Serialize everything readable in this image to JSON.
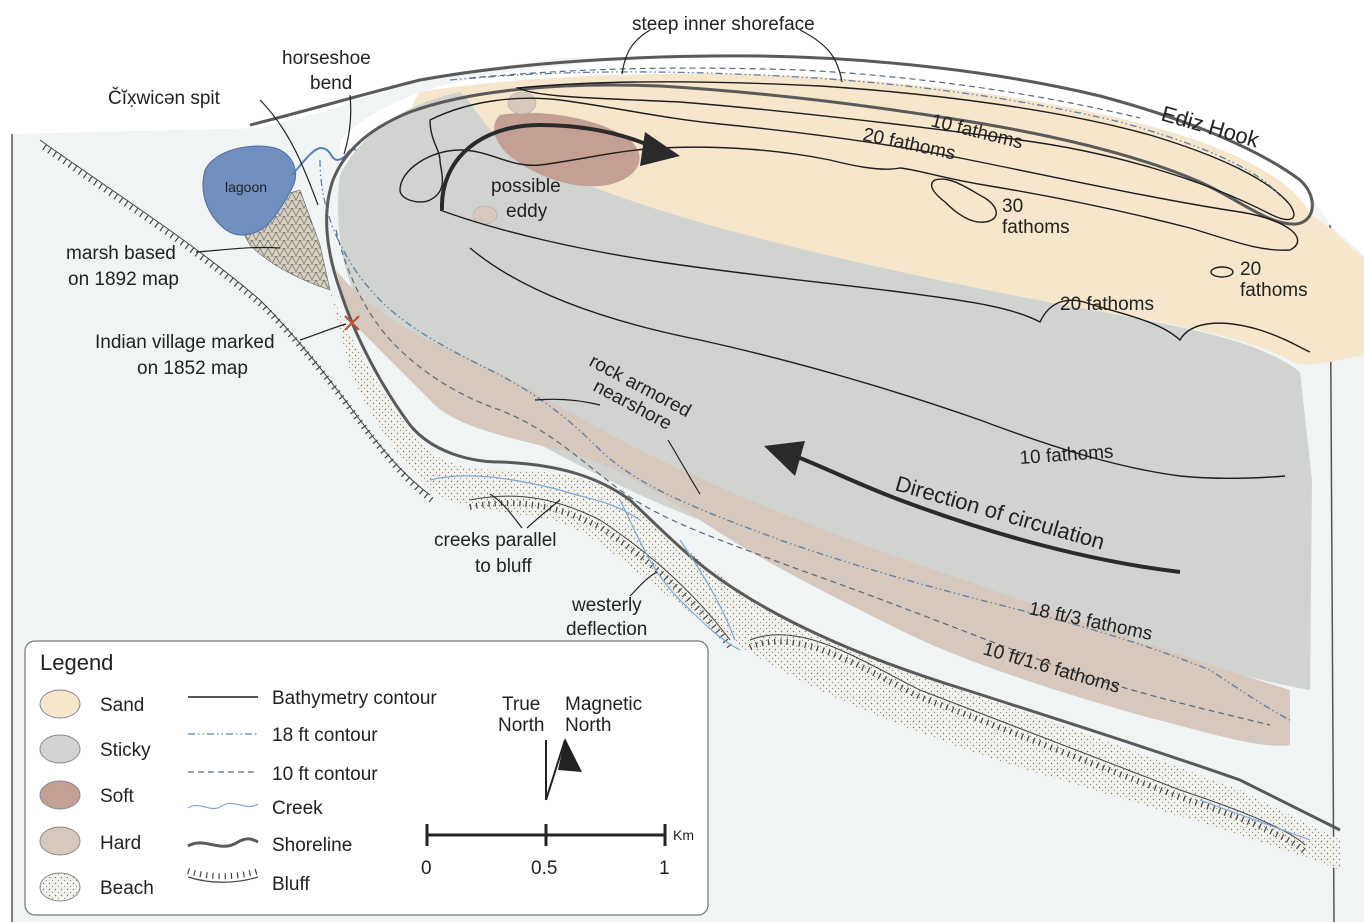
{
  "colors": {
    "sand": "#f5e6cc",
    "sticky": "#d0d3d0",
    "soft": "#c39f94",
    "hard": "#d6c8bd",
    "beach": "#ecebe6",
    "lagoon": "#6f8fbf",
    "water": "#f1f4f4",
    "land": "#ffffff",
    "circulation_arrow": "#2a2a2a",
    "village_marker": "#c0503a"
  },
  "labels": {
    "steep_inner_shoreface": "steep inner shoreface",
    "ediz_hook": "Ediz Hook",
    "horseshoe_bend_1": "horseshoe",
    "horseshoe_bend_2": "bend",
    "spit": "Čĭx̣wicən spit",
    "lagoon": "lagoon",
    "marsh_1": "marsh based",
    "marsh_2": "on 1892 map",
    "village_1": "Indian village marked",
    "village_2": "on 1852 map",
    "eddy_1": "possible",
    "eddy_2": "eddy",
    "rock_1": "rock armored",
    "rock_2": "nearshore",
    "creeks_1": "creeks parallel",
    "creeks_2": "to bluff",
    "westerly_1": "westerly",
    "westerly_2": "deflection",
    "circulation": "Direction of circulation",
    "f10_top": "10 fathoms",
    "f20_top": "20 fathoms",
    "f30_1": "30",
    "f30_2": "fathoms",
    "f20_right_1": "20",
    "f20_right_2": "fathoms",
    "f20_mid": "20 fathoms",
    "f10_mid": "10 fathoms",
    "ft18": "18 ft/3 fathoms",
    "ft10": "10 ft/1.6 fathoms"
  },
  "legend": {
    "title": "Legend",
    "substrates": [
      "Sand",
      "Sticky",
      "Soft",
      "Hard",
      "Beach"
    ],
    "lines": [
      "Bathymetry contour",
      "18 ft contour",
      "10 ft contour",
      "Creek",
      "Shoreline",
      "Bluff"
    ]
  },
  "north": {
    "true_1": "True",
    "true_2": "North",
    "mag_1": "Magnetic",
    "mag_2": "North"
  },
  "scale": {
    "ticks": [
      "0",
      "0.5",
      "1"
    ],
    "unit": "Km"
  }
}
